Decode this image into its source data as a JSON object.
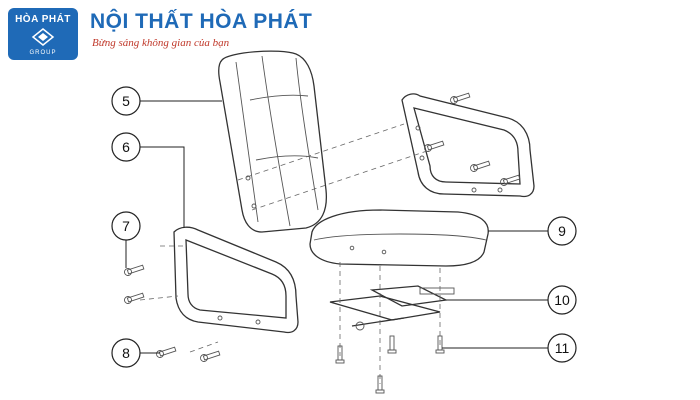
{
  "header": {
    "logo_brand": "HÒA PHÁT",
    "logo_group": "GROUP",
    "company_name": "NỘI THẤT HÒA PHÁT",
    "slogan": "Bừng sáng không gian của bạn"
  },
  "callouts": [
    "5",
    "6",
    "7",
    "8",
    "9",
    "10",
    "11"
  ],
  "colors": {
    "brand_blue": "#1f6ab7",
    "slogan_red": "#c0392b"
  }
}
